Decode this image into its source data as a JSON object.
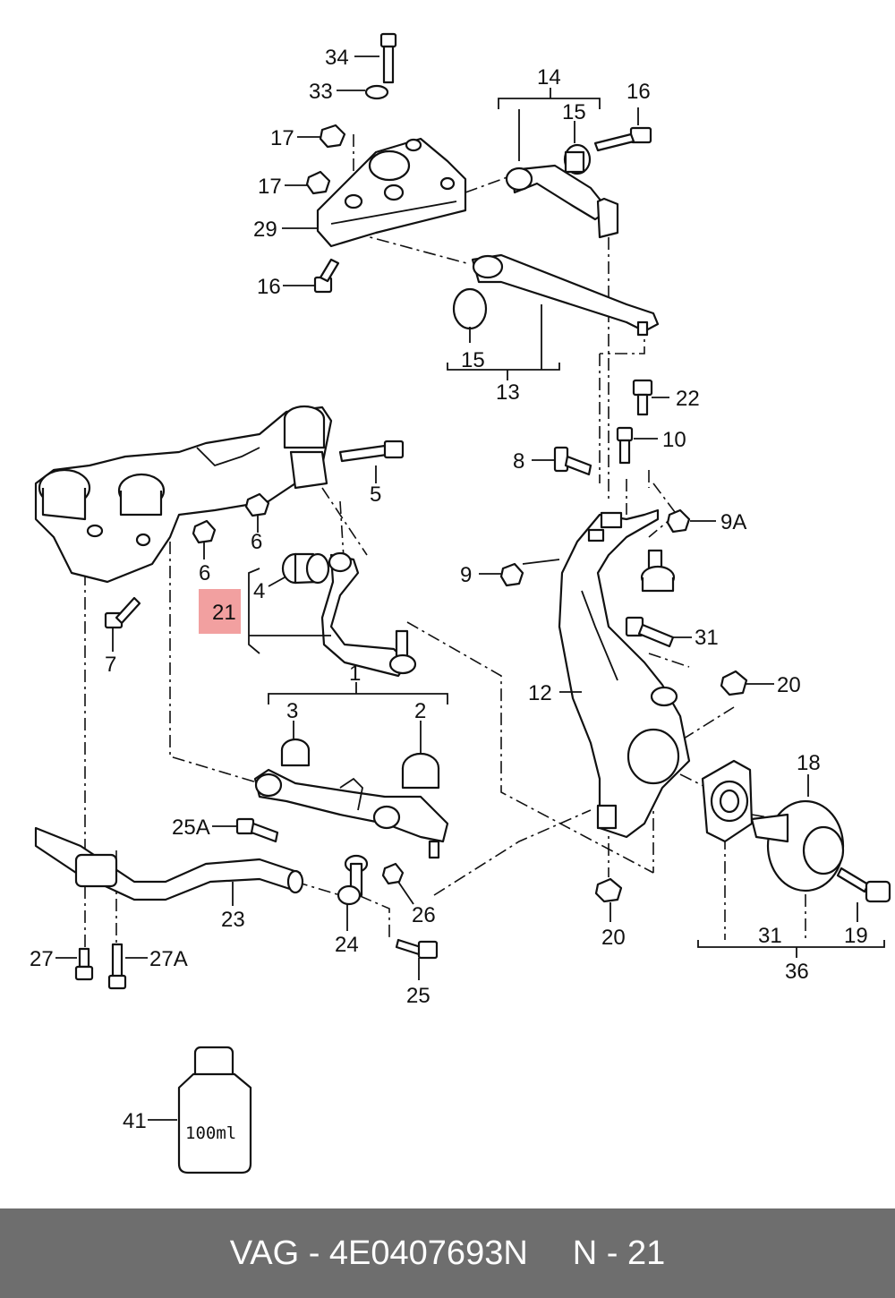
{
  "labels": {
    "l34": "34",
    "l33": "33",
    "l17a": "17",
    "l17b": "17",
    "l29": "29",
    "l16a": "16",
    "l14": "14",
    "l15a": "15",
    "l16b": "16",
    "l15b": "15",
    "l13": "13",
    "l22": "22",
    "l10": "10",
    "l8": "8",
    "l9a": "9A",
    "l9": "9",
    "l31a": "31",
    "l5": "5",
    "l6a": "6",
    "l6b": "6",
    "l4": "4",
    "l21": "21",
    "l7": "7",
    "l1": "1",
    "l3": "3",
    "l2": "2",
    "l12": "12",
    "l20a": "20",
    "l18": "18",
    "l25a": "25A",
    "l23": "23",
    "l26": "26",
    "l24": "24",
    "l20b": "20",
    "l27": "27",
    "l27a": "27A",
    "l25": "25",
    "l31b": "31",
    "l19": "19",
    "l36": "36",
    "l41": "41",
    "bottle": "100ml"
  },
  "highlight": {
    "label": "21",
    "color": "#f2a0a0"
  },
  "footer": {
    "part_number": "VAG - 4E0407693N",
    "page_ref": "N - 21",
    "background": "#6e6e6e"
  }
}
